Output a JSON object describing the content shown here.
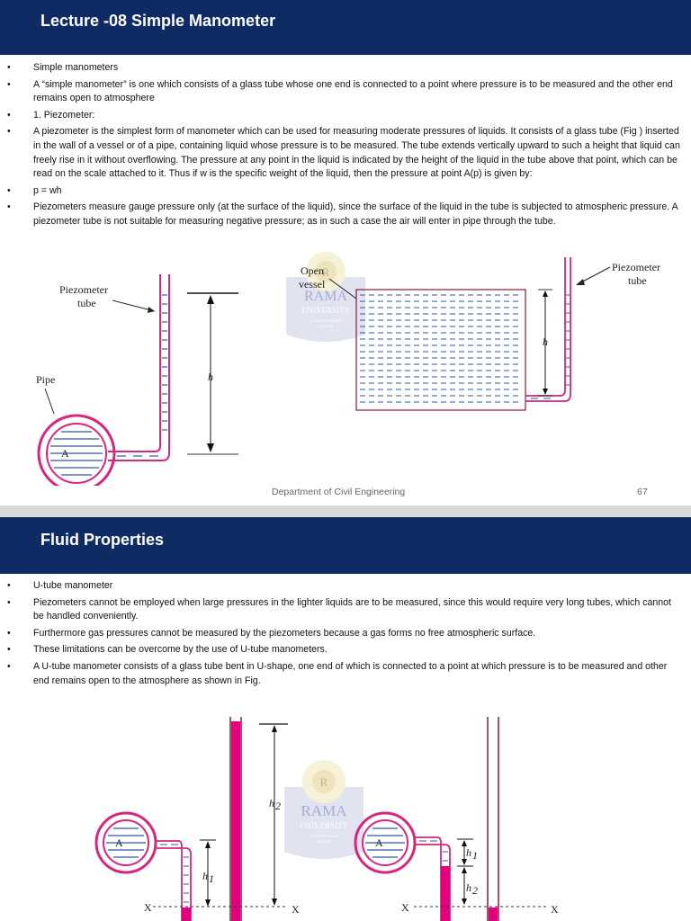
{
  "slide1": {
    "title": "Lecture -08 Simple Manometer",
    "bullets": [
      "Simple manometers",
      "A “simple manometer” is one which consists of a glass tube whose one end is connected to a point where pressure is to be measured and the other end remains open to atmosphere",
      "1. Piezometer:",
      "A piezometer is the simplest form of manometer which can be used for measuring moderate pressures of liquids. It consists of a glass tube (Fig ) inserted in the wall of a vessel or of a pipe, containing liquid whose pressure is to be measured. The tube extends vertically  upward to such a height that liquid can freely rise in it without overflowing. The pressure at any point in the liquid is indicated by the height of the liquid in the tube above that point, which can be read on the scale attached to it. Thus if w is the specific weight of the liquid, then the pressure at point A(p) is given by:",
      "p = wh",
      "Piezometers measure gauge pressure only (at the surface of the liquid), since the surface of the liquid in the tube is subjected to atmospheric pressure. A piezometer tube is not suitable for measuring negative pressure; as in such a case the air will enter in pipe through the tube."
    ],
    "figure_left": {
      "tube_label_1": "Piezometer",
      "tube_label_2": "tube",
      "pipe_label": "Pipe",
      "point_label": "A",
      "height_label": "h"
    },
    "figure_right": {
      "vessel_label_1": "Open",
      "vessel_label_2": "vessel",
      "tube_label_1": "Piezometer",
      "tube_label_2": "tube",
      "height_label": "h"
    },
    "watermark": {
      "initial": "R",
      "name": "RAMA",
      "sub": "UNIVERSITY",
      "place": "UTTAR PRADESH",
      "city": "KANPUR"
    },
    "footer_department": "Department of Civil Engineering",
    "footer_page": "67"
  },
  "slide2": {
    "title": "Fluid Properties",
    "bullets": [
      "U-tube manometer",
      "Piezometers cannot be employed when large pressures in the lighter liquids are to be measured, since this would require very long tubes, which cannot be handled conveniently.",
      "Furthermore gas pressures cannot be measured by the piezometers because a gas forms no free atmospheric surface.",
      "These limitations can be overcome by the use of U-tube manometers.",
      "A U-tube manometer consists of a glass tube bent in U-shape, one end of which is connected to a point at which pressure is to be measured and other end remains open to the atmosphere as shown in Fig."
    ],
    "figure": {
      "point_label_left": "A",
      "point_label_right": "A",
      "h1": "h",
      "h1_sub": "1",
      "h2": "h",
      "h2_sub": "2",
      "datum_left": "X",
      "datum_right": "X"
    },
    "watermark": {
      "initial": "R",
      "name": "RAMA",
      "sub": "UNIVERSITY",
      "place": "UTTAR PRADESH",
      "city": "KANPUR"
    }
  },
  "colors": {
    "header": "#0f2b63",
    "pipe_wall": "#d6267e",
    "mercury": "#e4007c",
    "liquid_dash": "#2a5aa8",
    "watermark": "#5a6aa8"
  }
}
